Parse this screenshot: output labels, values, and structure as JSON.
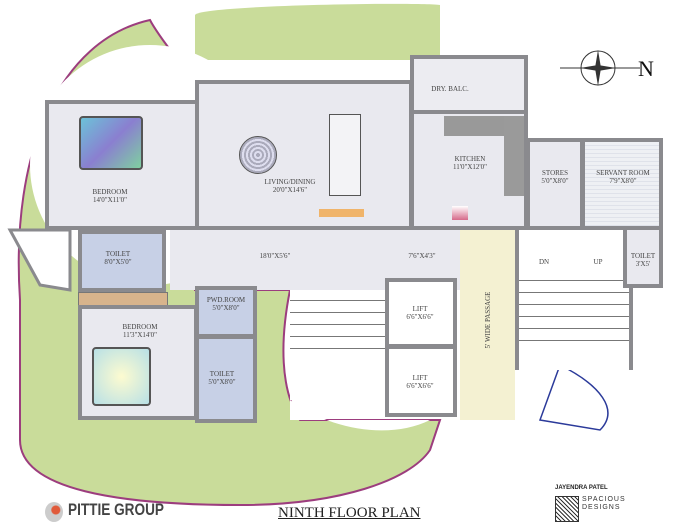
{
  "title": "NINTH FLOOR PLAN",
  "compass": {
    "label": "N"
  },
  "rooms": {
    "bedroom1": {
      "name": "BEDROOM",
      "size": "14'0\"X11'0\""
    },
    "living": {
      "name": "LIVING/DINING",
      "size": "20'0\"X14'6\""
    },
    "corridor": {
      "size": "18'0\"X5'6\""
    },
    "toilet1": {
      "name": "TOILET",
      "size": "8'0\"X5'0\""
    },
    "bedroom2": {
      "name": "BEDROOM",
      "size": "11'3\"X14'0\""
    },
    "pwd": {
      "name": "PWD.ROOM",
      "size": "5'0\"X8'0\""
    },
    "toilet2": {
      "name": "TOILET",
      "size": "5'0\"X8'0\""
    },
    "dry_balc": {
      "name": "DRY. BALC."
    },
    "kitchen": {
      "name": "KITCHEN",
      "size": "11'0\"X12'0\""
    },
    "stores": {
      "name": "STORES",
      "size": "5'0\"X8'0\""
    },
    "servant": {
      "name": "SERVANT ROOM",
      "size": "7'9\"X8'0\""
    },
    "toilet3": {
      "name": "TOILET",
      "size": "3'X5'"
    },
    "lobby": {
      "size": "7'6\"X4'3\""
    },
    "lift1": {
      "name": "LIFT",
      "size": "6'6\"X6'6\""
    },
    "lift2": {
      "name": "LIFT",
      "size": "6'6\"X6'6\""
    },
    "passage": {
      "name": "5' WIDE PASSAGE"
    },
    "stair": {
      "down": "DN",
      "up": "UP"
    }
  },
  "footer": {
    "developer": "PITTIE GROUP",
    "architect": "JAYENDRA PATEL",
    "architect_firm": "SPACIOUS DESIGNS"
  },
  "colors": {
    "garden": "#c9dc9a",
    "garden_edge": "#9c3d7e",
    "wall": "#8a8a8e",
    "floor": "#e9e9ef",
    "passage": "#f4f1d2"
  }
}
